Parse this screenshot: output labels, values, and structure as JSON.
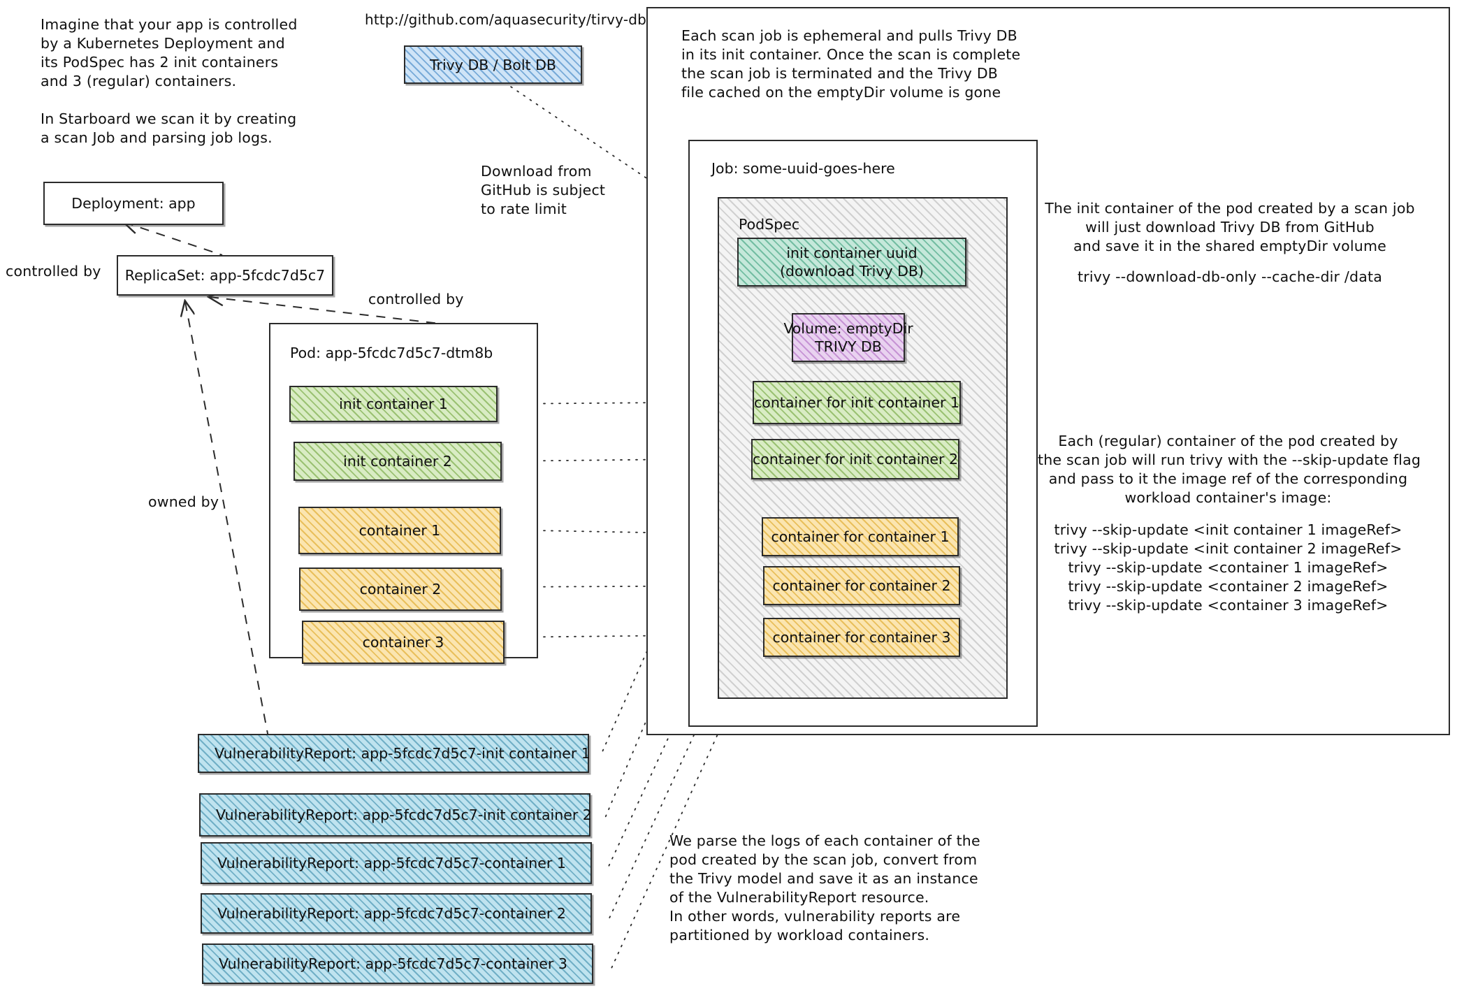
{
  "notes": {
    "intro": "Imagine that your app is controlled\nby a Kubernetes Deployment and\nits PodSpec has 2 init containers\nand 3 (regular) containers.\n\nIn Starboard we scan it by creating\na scan Job and parsing job logs.",
    "trivy_db_url": "http://github.com/aquasecurity/tirvy-db",
    "download_rate_limit": "Download from\nGitHub is subject\nto rate limit",
    "ephemeral_job": "Each scan job is ephemeral and pulls Trivy DB\nin its init container. Once the scan is complete\nthe scan job is terminated and the Trivy DB\nfile cached on the emptyDir volume is gone",
    "init_container_explainer": "The init container of the pod created by a scan job\nwill just download Trivy DB from GitHub\nand save it in the shared emptyDir volume",
    "init_container_cmd": "trivy --download-db-only --cache-dir /data",
    "regular_container_explainer": "Each (regular) container of the pod created by\nthe scan job will run trivy with the --skip-update flag\nand pass to it the image ref of the corresponding\nworkload container's image:",
    "regular_container_cmds": "trivy --skip-update <init container 1 imageRef>\ntrivy --skip-update <init container 2 imageRef>\ntrivy --skip-update <container 1 imageRef>\ntrivy --skip-update <container 2 imageRef>\ntrivy --skip-update <container 3 imageRef>",
    "parse_logs": "We parse the logs of each container of the\npod created by the scan job, convert from\nthe Trivy model and save it as an instance\nof the VulnerabilityReport resource.\nIn other words, vulnerability reports are\npartitioned by workload containers."
  },
  "edge_labels": {
    "controlled_by_deployment": "controlled by",
    "controlled_by_replicaset": "controlled by",
    "owned_by": "owned by"
  },
  "workload": {
    "deployment": "Deployment: app",
    "replicaset": "ReplicaSet: app-5fcdc7d5c7",
    "pod_title": "Pod: app-5fcdc7d5c7-dtm8b",
    "init_containers": [
      "init container 1",
      "init container 2"
    ],
    "containers": [
      "container 1",
      "container 2",
      "container 3"
    ]
  },
  "trivy_db_box": "Trivy DB / Bolt DB",
  "scan": {
    "job_title": "Job: some-uuid-goes-here",
    "podspec_title": "PodSpec",
    "init_container": "init container uuid\n(download Trivy DB)",
    "volume": "Volume: emptyDir\nTRIVY DB",
    "init_container_scanners": [
      "container for init container 1",
      "container for init container 2"
    ],
    "container_scanners": [
      "container for container 1",
      "container for container 2",
      "container for container 3"
    ]
  },
  "vulnerability_reports": [
    "VulnerabilityReport: app-5fcdc7d5c7-init container 1",
    "VulnerabilityReport: app-5fcdc7d5c7-init container 2",
    "VulnerabilityReport: app-5fcdc7d5c7-container 1",
    "VulnerabilityReport: app-5fcdc7d5c7-container 2",
    "VulnerabilityReport: app-5fcdc7d5c7-container 3"
  ],
  "colors": {
    "ink": "#0f0f0f",
    "blue_db": "#cfe4f7",
    "green_init": "#d9ecc4",
    "teal_init": "#c5e8da",
    "yellow_container": "#fbe5b0",
    "purple_volume": "#e9d2f0",
    "cyan_report": "#bfe3ef",
    "grey_podspec": "#f4f4f4"
  }
}
